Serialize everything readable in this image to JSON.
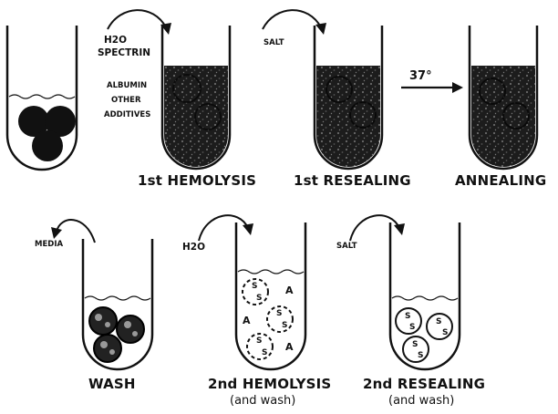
{
  "steps": {
    "hemolysis1": "1st HEMOLYSIS",
    "resealing1": "1st RESEALING",
    "annealing": "ANNEALING",
    "wash": "WASH",
    "hemolysis2": "2nd HEMOLYSIS",
    "hemolysis2_note": "(and wash)",
    "resealing2": "2nd RESEALING",
    "resealing2_note": "(and wash)"
  },
  "additions": {
    "h2o_top": "H2O",
    "spectrin": "SPECTRIN",
    "albumin": "ALBUMIN",
    "other": "OTHER",
    "additives": "ADDITIVES",
    "salt_top": "SALT",
    "temperature": "37°",
    "media": "MEDIA",
    "h2o_bottom": "H2O",
    "salt_bottom": "SALT"
  },
  "cell_marks": {
    "s": "S",
    "a": "A"
  }
}
